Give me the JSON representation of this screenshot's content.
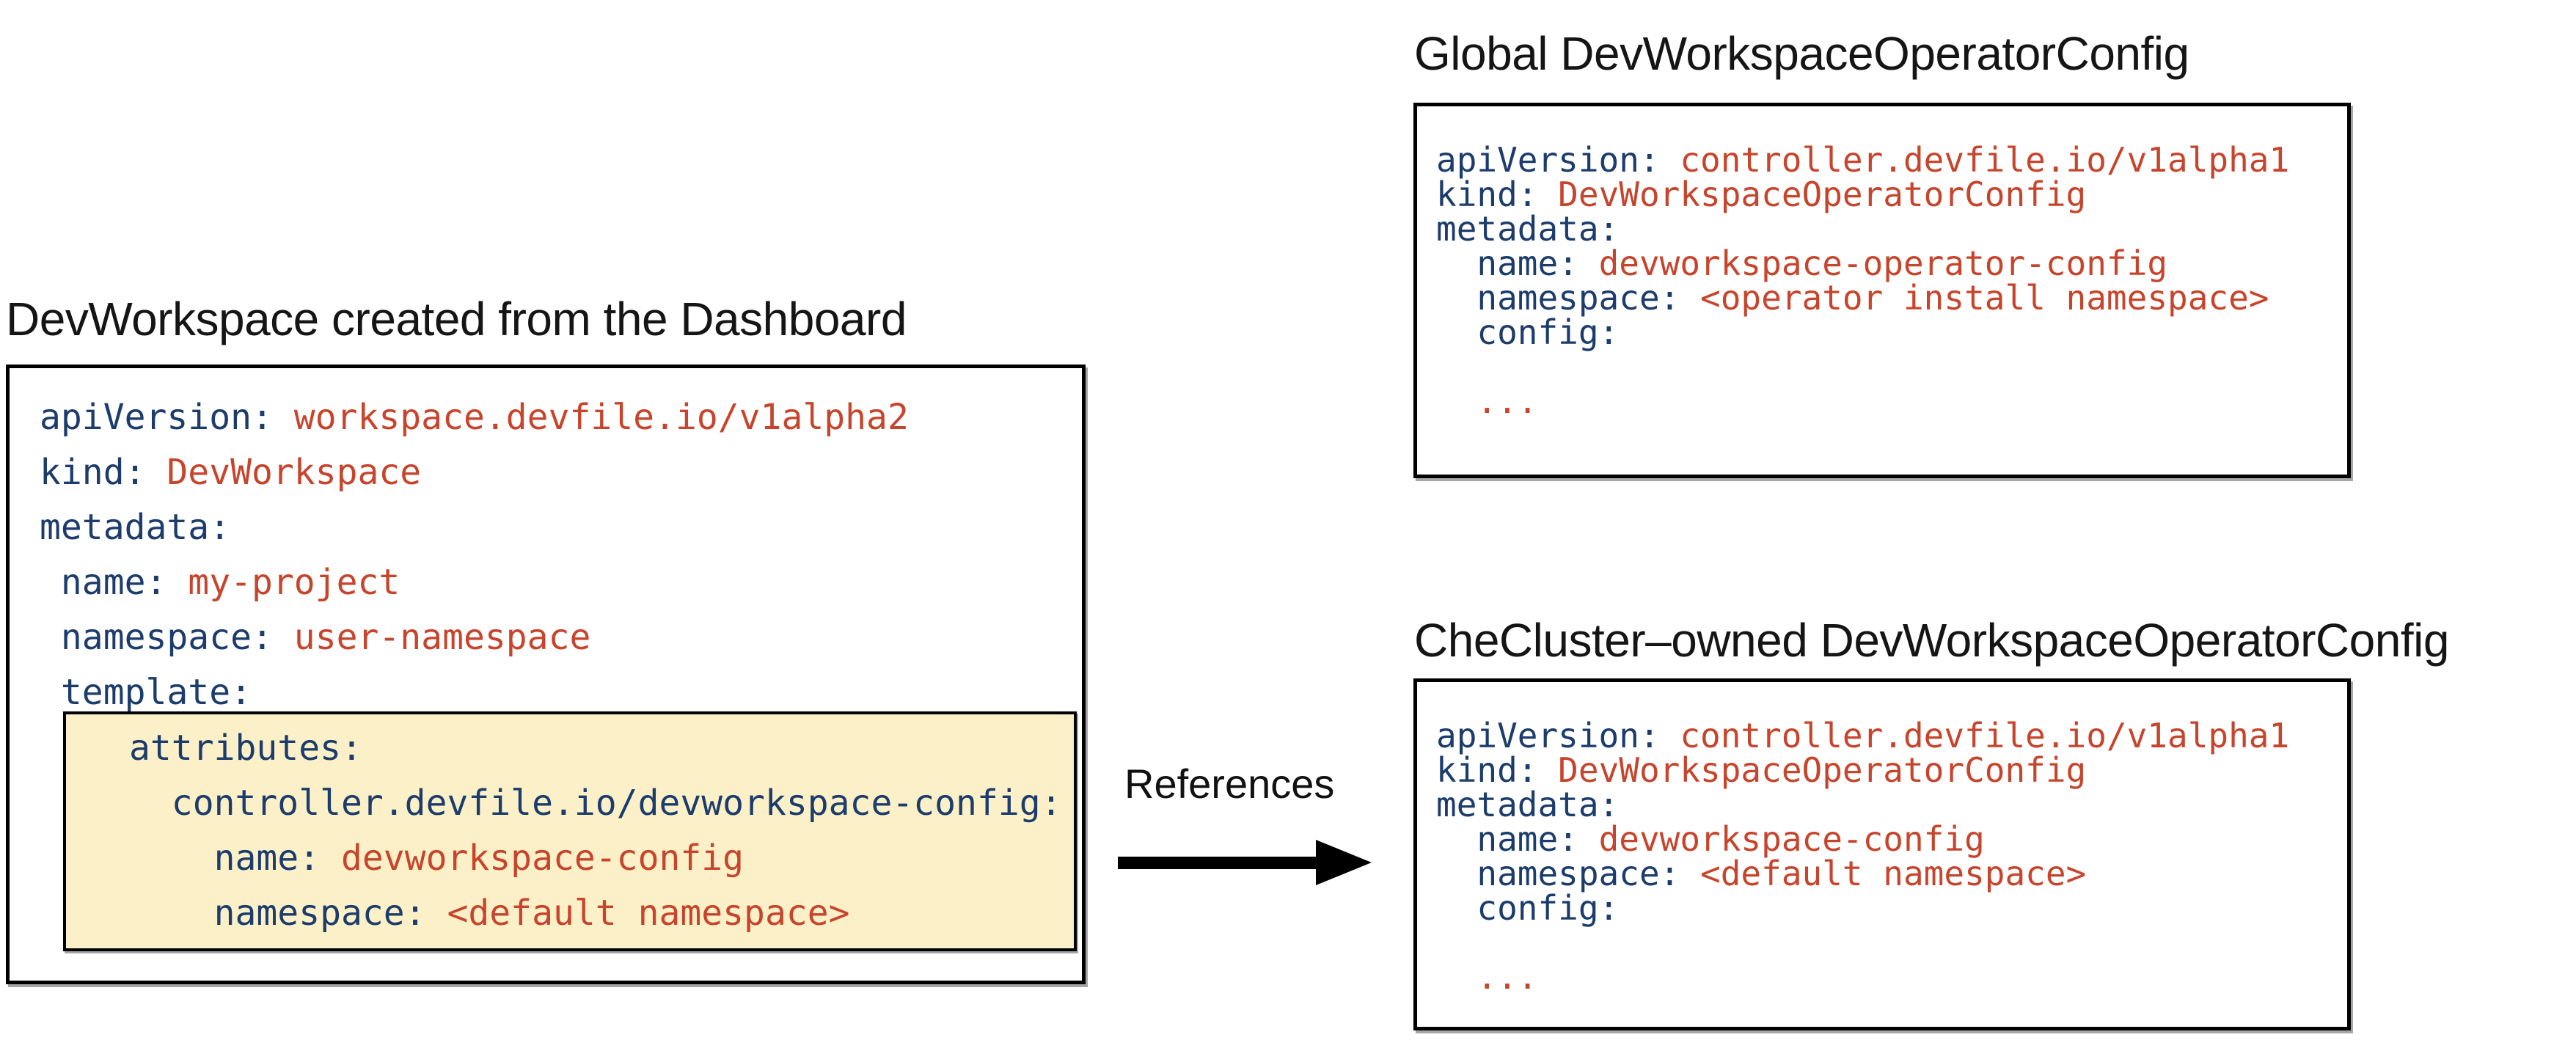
{
  "colors": {
    "key": "#1c3c6c",
    "value": "#c6452c",
    "highlight_bg": "#fcf0c8",
    "border": "#000000",
    "title": "#151515"
  },
  "left_panel": {
    "title": "DevWorkspace created from the Dashboard",
    "code": [
      {
        "k": "apiVersion:",
        "v": " workspace.devfile.io/v1alpha2"
      },
      {
        "k": "kind:",
        "v": " DevWorkspace"
      },
      {
        "k": "metadata:",
        "v": ""
      },
      {
        "k": " name:",
        "v": " my-project"
      },
      {
        "k": " namespace:",
        "v": " user-namespace"
      },
      {
        "k": " template:",
        "v": ""
      }
    ],
    "highlight_code": [
      {
        "k": "attributes:",
        "v": ""
      },
      {
        "k": "  controller.devfile.io/devworkspace-config:",
        "v": ""
      },
      {
        "k": "    name:",
        "v": " devworkspace-config"
      },
      {
        "k": "    namespace:",
        "v": " <default namespace>"
      }
    ]
  },
  "arrow": {
    "label": "References"
  },
  "right_top": {
    "title": "Global DevWorkspaceOperatorConfig",
    "code": [
      {
        "k": "apiVersion:",
        "v": " controller.devfile.io/v1alpha1"
      },
      {
        "k": "kind:",
        "v": " DevWorkspaceOperatorConfig"
      },
      {
        "k": "metadata:",
        "v": ""
      },
      {
        "k": "  name:",
        "v": " devworkspace-operator-config"
      },
      {
        "k": "  namespace:",
        "v": " <operator install namespace>"
      },
      {
        "k": "  config:",
        "v": ""
      },
      {
        "k": "",
        "v": ""
      },
      {
        "k": "",
        "v": "  ..."
      }
    ]
  },
  "right_bottom": {
    "title": "CheCluster–owned DevWorkspaceOperatorConfig",
    "code": [
      {
        "k": "apiVersion:",
        "v": " controller.devfile.io/v1alpha1"
      },
      {
        "k": "kind:",
        "v": " DevWorkspaceOperatorConfig"
      },
      {
        "k": "metadata:",
        "v": ""
      },
      {
        "k": "  name:",
        "v": " devworkspace-config"
      },
      {
        "k": "  namespace:",
        "v": " <default namespace>"
      },
      {
        "k": "  config:",
        "v": ""
      },
      {
        "k": "",
        "v": ""
      },
      {
        "k": "",
        "v": "  ..."
      }
    ]
  }
}
